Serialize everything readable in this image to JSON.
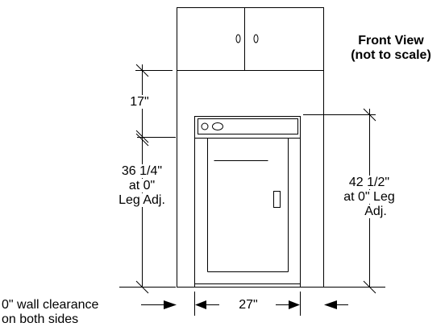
{
  "view_title": {
    "line1": "Front View",
    "line2": "(not to scale)"
  },
  "dimensions": {
    "cabinet_height": "17\"",
    "dryer_height": {
      "line1": "36 1/4\"",
      "line2": "at 0\"",
      "line3": "Leg Adj."
    },
    "total_height": {
      "line1": "42 1/2\"",
      "line2": "at 0\" Leg",
      "line3": "Adj."
    },
    "width": "27\""
  },
  "clearance_note": {
    "line1": "0\" wall clearance",
    "line2": "on both sides"
  },
  "colors": {
    "stroke": "#000000",
    "background": "#ffffff"
  }
}
